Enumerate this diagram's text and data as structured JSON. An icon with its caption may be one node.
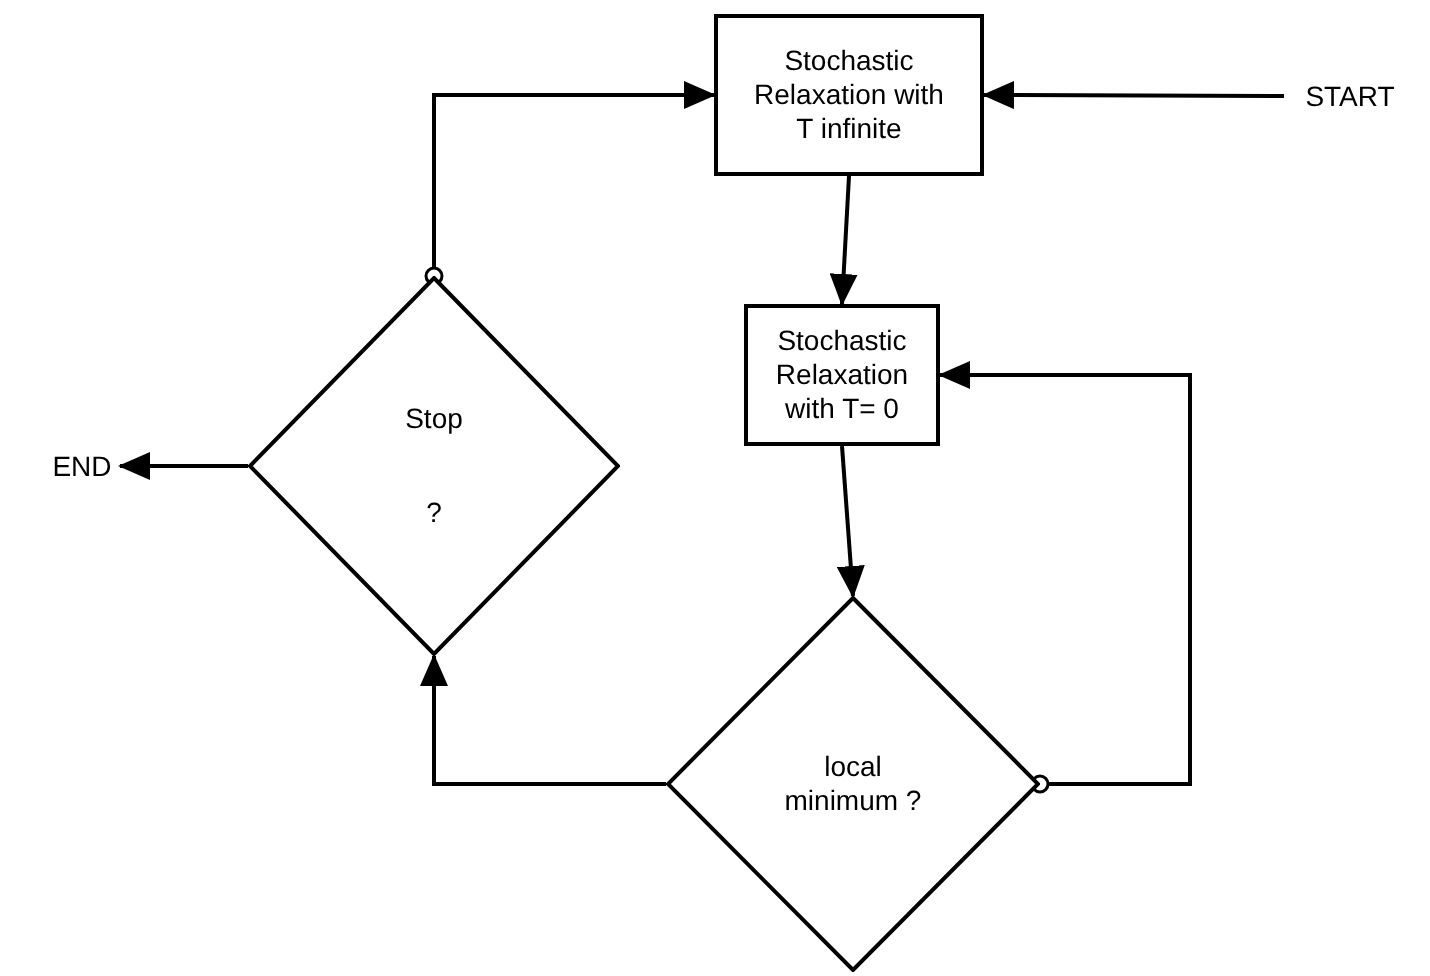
{
  "diagram": {
    "nodes": [
      {
        "text": [
          "START"
        ]
      },
      {
        "text": [
          "Stochastic Relaxation with T infinite"
        ]
      },
      {
        "text": [
          "Stochastic Relaxation with T= 0"
        ]
      },
      {
        "text": [
          "local minimum ?"
        ]
      },
      {
        "text": [
          "Stop",
          "?"
        ]
      },
      {
        "text": [
          "END"
        ]
      }
    ],
    "edges": [
      {
        "from": 0,
        "to": 1,
        "arrow": "to"
      },
      {
        "from": 1,
        "to": 2,
        "arrow": "to"
      },
      {
        "from": 2,
        "to": 3,
        "arrow": "to"
      },
      {
        "from": 3,
        "to": 2,
        "arrow": "to"
      },
      {
        "from": 3,
        "to": 4,
        "arrow": "to"
      },
      {
        "from": 4,
        "to": 1,
        "arrow": "to"
      },
      {
        "from": 4,
        "to": 5,
        "arrow": "to"
      }
    ]
  }
}
